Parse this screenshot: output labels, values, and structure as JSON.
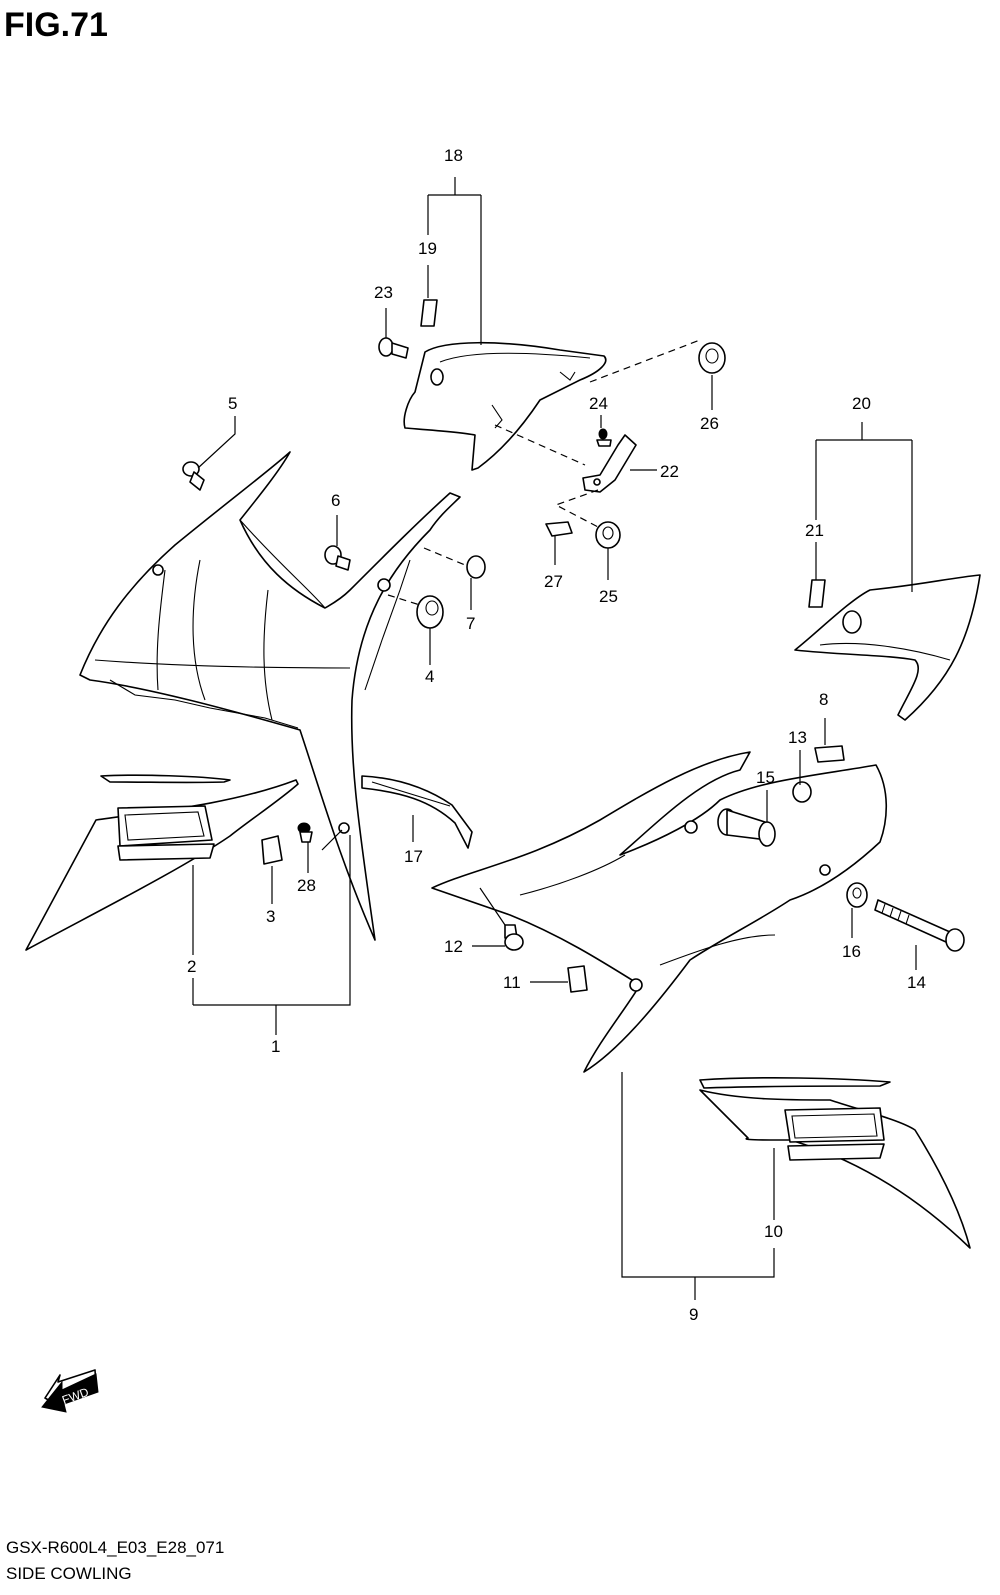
{
  "figure": {
    "title": "FIG.71",
    "code": "GSX-R600L4_E03_E28_071",
    "name": "SIDE COWLING"
  },
  "callouts": {
    "c1": "1",
    "c2": "2",
    "c3": "3",
    "c4": "4",
    "c5": "5",
    "c6": "6",
    "c7": "7",
    "c8": "8",
    "c9": "9",
    "c10": "10",
    "c11": "11",
    "c12": "12",
    "c13": "13",
    "c14": "14",
    "c15": "15",
    "c16": "16",
    "c17": "17",
    "c18": "18",
    "c19": "19",
    "c20": "20",
    "c21": "21",
    "c22": "22",
    "c23": "23",
    "c24": "24",
    "c25": "25",
    "c26": "26",
    "c27": "27",
    "c28": "28"
  },
  "fwd_arrow": {
    "label": "FWD"
  },
  "icons": {
    "fwd": "fwd-arrow-icon"
  }
}
